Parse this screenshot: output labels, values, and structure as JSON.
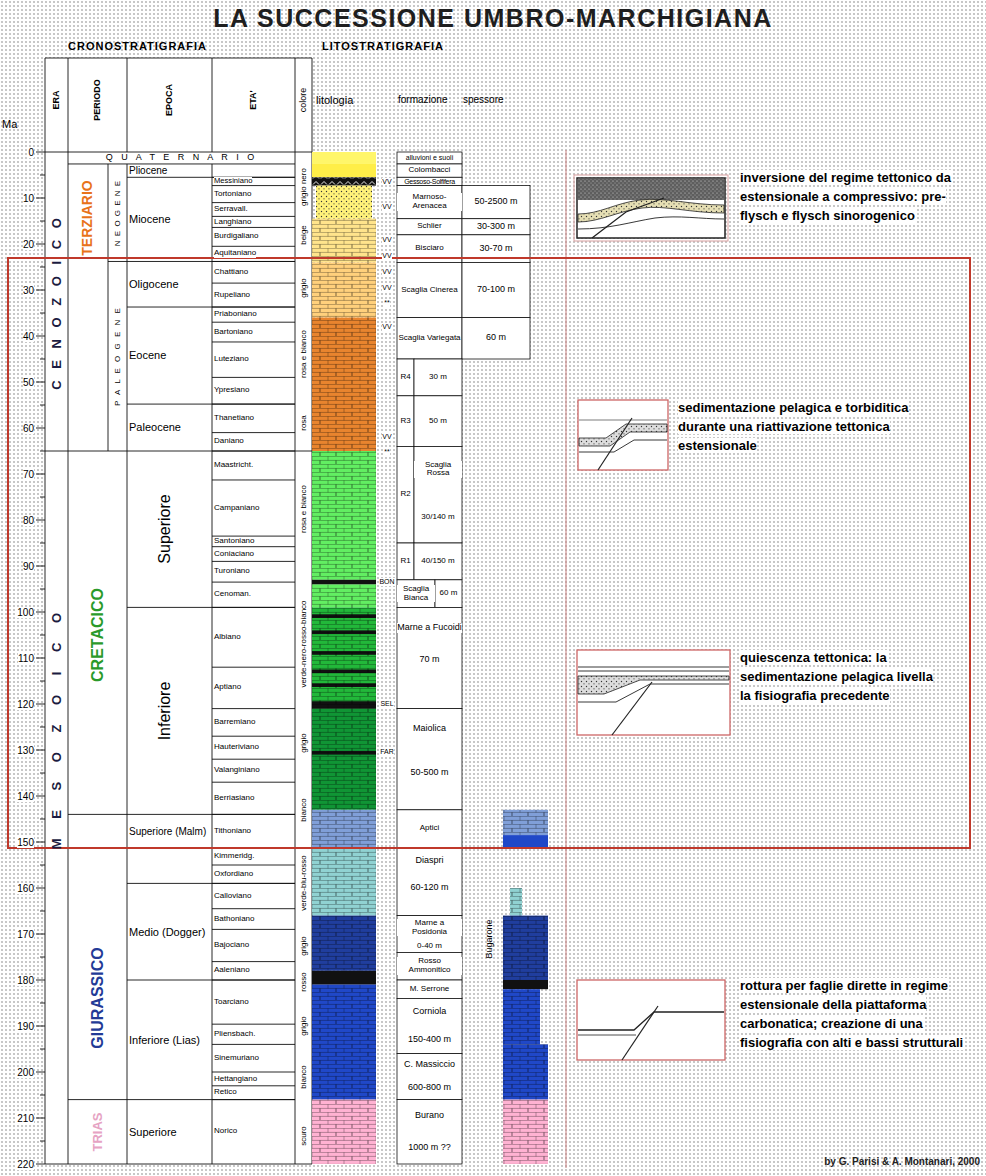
{
  "diagram": {
    "title": "LA SUCCESSIONE UMBRO-MARCHIGIANA",
    "caption": "by G. Parisi & A. Montanari, 2000",
    "labels": [
      "CRONOSTRATIGRAFIA",
      "LITOSTRATIGRAFIA",
      "Ma",
      "ERA",
      "PERIODO",
      "EPOCA",
      "ETA'",
      "colore",
      "litologia",
      "formazione",
      "spessore",
      "0",
      "10",
      "20",
      "30",
      "40",
      "50",
      "60",
      "70",
      "80",
      "90",
      "100",
      "110",
      "120",
      "130",
      "140",
      "150",
      "160",
      "170",
      "180",
      "190",
      "200",
      "210",
      "220",
      "C E N O Z O I C O",
      "M E S O Z O I C O",
      "Q U A T E R N A R I O",
      "TERZIARIO",
      "N E O G E N E",
      "P A L E O G E N E",
      "CRETACICO",
      "GIURASSICO",
      "TRIAS",
      "Pliocene",
      "Miocene",
      "Oligocene",
      "Eocene",
      "Paleocene",
      "Superiore",
      "Inferiore",
      "Superiore (Malm)",
      "Medio (Dogger)",
      "Inferiore (Lias)",
      "Superiore",
      "Messiniano",
      "Tortoniano",
      "Serravall.",
      "Langhiano",
      "Burdigaliano",
      "Aquitaniano",
      "Chattiano",
      "Rupeliano",
      "Priaboniano",
      "Bartoniano",
      "Luteziano",
      "Ypresiano",
      "Thanetiano",
      "Daniano",
      "Maastricht.",
      "Campaniano",
      "Santoniano",
      "Coniaciano",
      "Turoniano",
      "Cenoman.",
      "Albiano",
      "Aptiano",
      "Barremiano",
      "Hauteriviano",
      "Valanginiano",
      "Berriasiano",
      "Tithoniano",
      "Kimmeridg.",
      "Oxfordiano",
      "Calloviano",
      "Bathoniano",
      "Bajociano",
      "Aaleniano",
      "Toarciano",
      "Pliensbach.",
      "Sinemuriano",
      "Hettangiano",
      "Retico",
      "Norico",
      "grigio nero",
      "beige",
      "grigio",
      "rosa e bianco",
      "rosa",
      "rosa e bianco",
      "verde-nero-rosso-bianco",
      "grigio",
      "bianco",
      "verde-blu-rosso",
      "grigio",
      "rosso",
      "grigio",
      "bianco",
      "scuro",
      "VV",
      "VV",
      "VV",
      "VV",
      "VV",
      "VV",
      "**",
      "VV",
      "VV",
      "**",
      "BON",
      "SEL",
      "FAR",
      "alluvioni e suoli",
      "Colombacci",
      "Gessoso-Solfifera",
      "Marnoso-Arenacea",
      "50-2500 m",
      "Schlier",
      "30-300 m",
      "Bisciaro",
      "30-70 m",
      "Scaglia Cinerea",
      "70-100 m",
      "Scaglia Variegata",
      "60 m",
      "R4",
      "30 m",
      "R3",
      "50 m",
      "Scaglia Rossa",
      "R2",
      "30/140 m",
      "R1",
      "40/150 m",
      "Scaglia Bianca",
      "60 m",
      "Marne a Fucoidi",
      "70 m",
      "Maiolica",
      "50-500 m",
      "Aptici",
      "Diaspri",
      "60-120 m",
      "Marne a Posidonia",
      "0-40 m",
      "Rosso Ammonitico",
      "M. Serrone",
      "Corniola",
      "150-400 m",
      "C. Massiccio",
      "600-800 m",
      "Burano",
      "1000 m ??",
      "Bugarone",
      "inversione del regime tettonico da estensionale a compressivo: pre-flysch e flysch sinorogenico",
      "sedimentazione pelagica e torbiditica durante una riattivazione tettonica estensionale",
      "quiescenza tettonica: la sedimentazione pelagica livella la fisiografia precedente",
      "rottura per faglie dirette in regime estensionale della piattaforma carbonatica; creazione di una fisiografia con alti e bassi strutturali"
    ]
  }
}
